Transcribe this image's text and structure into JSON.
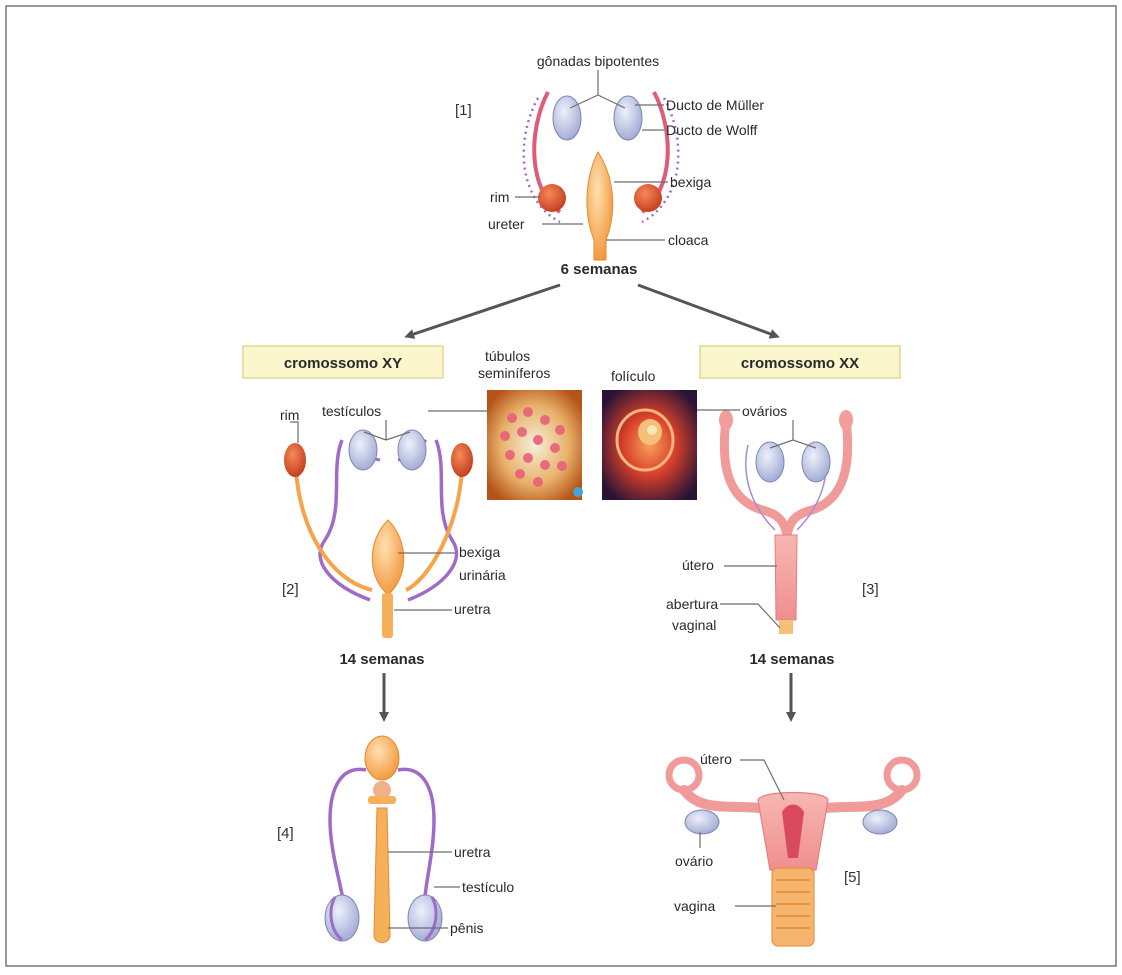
{
  "labels": {
    "gonadas": "gônadas bipotentes",
    "muller": "Ducto de Müller",
    "wolff": "Ducto de Wolff",
    "rim1": "rim",
    "bexiga1": "bexiga",
    "ureter": "ureter",
    "cloaca": "cloaca",
    "semanas6": "6 semanas",
    "n1": "[1]",
    "xy": "cromossomo XY",
    "xx": "cromossomo XX",
    "tubulos1": "túbulos",
    "tubulos2": "seminíferos",
    "foliculo": "folículo",
    "testiculos": "testículos",
    "rim2": "rim",
    "ovarios": "ovários",
    "bexiga2a": "bexiga",
    "bexiga2b": "urinária",
    "uretra1": "uretra",
    "n2": "[2]",
    "utero1": "útero",
    "abertura1": "abertura",
    "abertura2": "vaginal",
    "n3": "[3]",
    "semanas14a": "14 semanas",
    "semanas14b": "14 semanas",
    "utero2": "útero",
    "ovario": "ovário",
    "vagina": "vagina",
    "n5": "[5]",
    "n4": "[4]",
    "uretra2": "uretra",
    "testiculo": "testículo",
    "penis": "pênis"
  },
  "colors": {
    "duct_pink": "#e05a7a",
    "duct_purple": "#a06ac8",
    "gonad": "#c9d0ea",
    "orange": "#f6a34a",
    "kidney": "#e25a2c",
    "uterus": "#f4a3a3",
    "box_fill": "#fbf6cc",
    "box_stroke": "#d8cf8a"
  }
}
